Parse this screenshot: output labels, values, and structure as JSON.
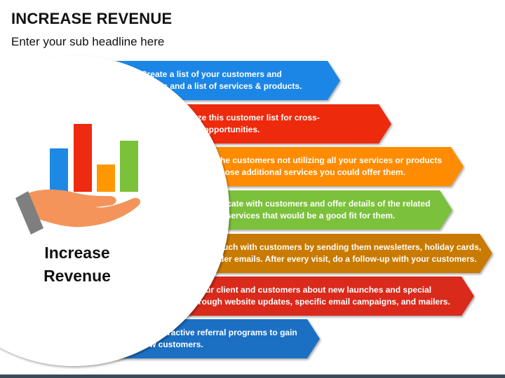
{
  "title": "INCREASE REVENUE",
  "subtitle": "Enter your sub headline here",
  "center_label": [
    "Increase",
    "Revenue"
  ],
  "steps": [
    {
      "text": [
        "Create a list of your customers and",
        "clients and a list of services & products."
      ],
      "color": "#1b86e6"
    },
    {
      "text": [
        "Analyze this customer list for cross-",
        "selling opportunities."
      ],
      "color": "#ee2a10"
    },
    {
      "text": [
        "Identify the customers not utilizing all your services or products",
        "and list those additional services you could offer them."
      ],
      "color": "#ff8c00"
    },
    {
      "text": [
        "Communicate with customers and offer details of the related",
        "products/services that would be a good fit for them."
      ],
      "color": "#7cc13a"
    },
    {
      "text": [
        "Stay in touch with customers by sending them newsletters, holiday cards,",
        "or reminder emails. After every visit, do a follow-up with your customers."
      ],
      "color": "#c97a05"
    },
    {
      "text": [
        "Update your client and customers about new launches and special",
        "offers through website updates, specific email campaigns, and mailers."
      ],
      "color": "#d9291a"
    },
    {
      "text": [
        "Use attractive referral programs to gain",
        "new customers."
      ],
      "color": "#1a6fc4"
    }
  ],
  "icon": {
    "name": "hand-with-bar-chart-icon",
    "bar_colors": [
      "#1e88e5",
      "#ee2a10",
      "#ff9800",
      "#7cc13a"
    ],
    "hand_color": "#f4945b",
    "cuff_color": "#7f7f7f"
  }
}
